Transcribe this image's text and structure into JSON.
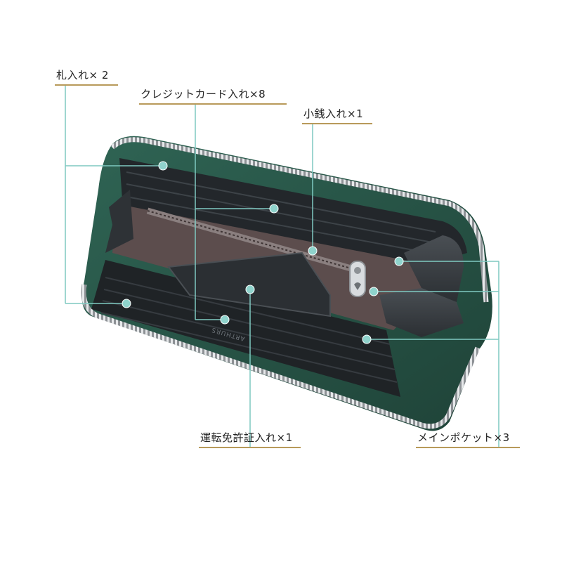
{
  "labels": {
    "bill_slots": "札入れ× 2",
    "card_slots": "クレジットカード入れ×8",
    "coin_pocket": "小銭入れ×1",
    "license_slot": "運転免許証入れ×1",
    "main_pockets": "メインポケット×3"
  },
  "colors": {
    "background": "#ffffff",
    "leader_line": "#7fc9c1",
    "dot": "#8fd3cc",
    "underline": "#b89a5a",
    "wallet_green": "#2b5a4c",
    "wallet_green_dark": "#1f4338",
    "interior_black": "#1f2326",
    "interior_grey": "#3a3f44",
    "lining_brown": "#5c4d4d",
    "zipper_silver": "#c8cbce"
  },
  "stamp": "ARTHURS"
}
